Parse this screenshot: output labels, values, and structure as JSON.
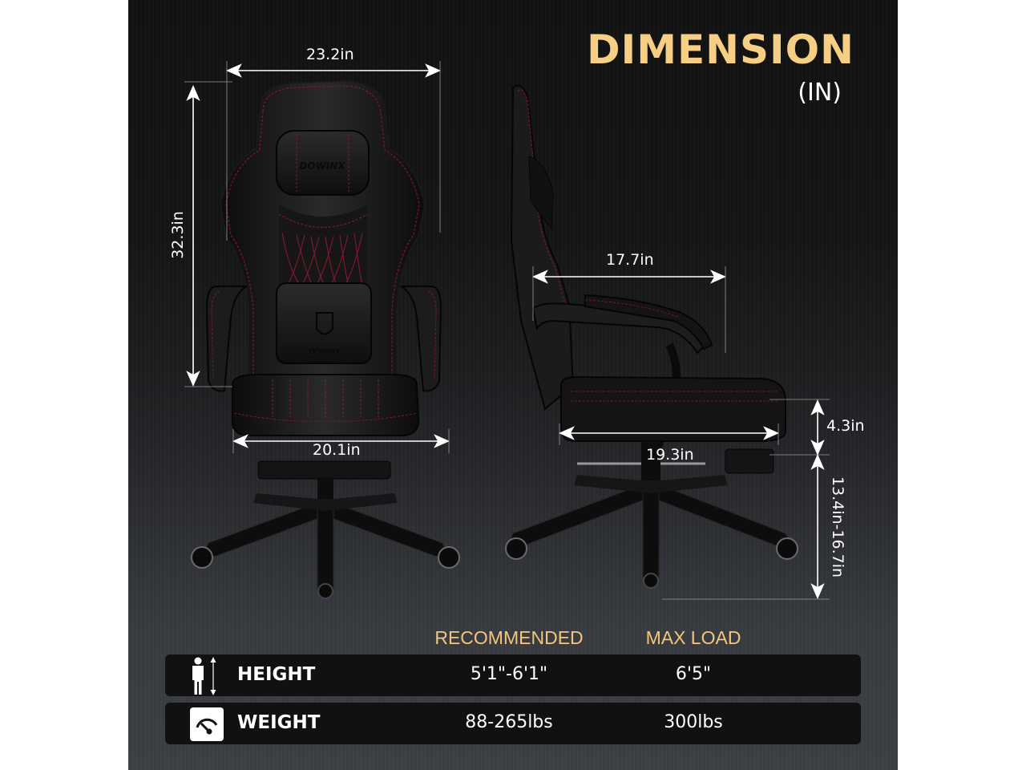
{
  "header": {
    "title": "DIMENSION",
    "unit": "(IN)"
  },
  "brand": "DOWINX",
  "front_view": {
    "overall_width": "23.2in",
    "backrest_height": "32.3in",
    "seat_width": "20.1in"
  },
  "side_view": {
    "armrest_depth": "17.7in",
    "seat_depth": "19.3in",
    "seat_thickness": "4.3in",
    "seat_height_range": "13.4in-16.7in"
  },
  "colors": {
    "accent": "#f6cf85",
    "stitching": "#8b1a2e",
    "row_bg": "#111111"
  },
  "spec_table": {
    "columns": [
      "RECOMMENDED",
      "MAX LOAD"
    ],
    "rows": [
      {
        "icon": "person-height-icon",
        "label": "HEIGHT",
        "recommended": "5'1\"-6'1\"",
        "max_load": "6'5\""
      },
      {
        "icon": "weight-gauge-icon",
        "label": "WEIGHT",
        "recommended": "88-265lbs",
        "max_load": "300lbs"
      }
    ]
  }
}
